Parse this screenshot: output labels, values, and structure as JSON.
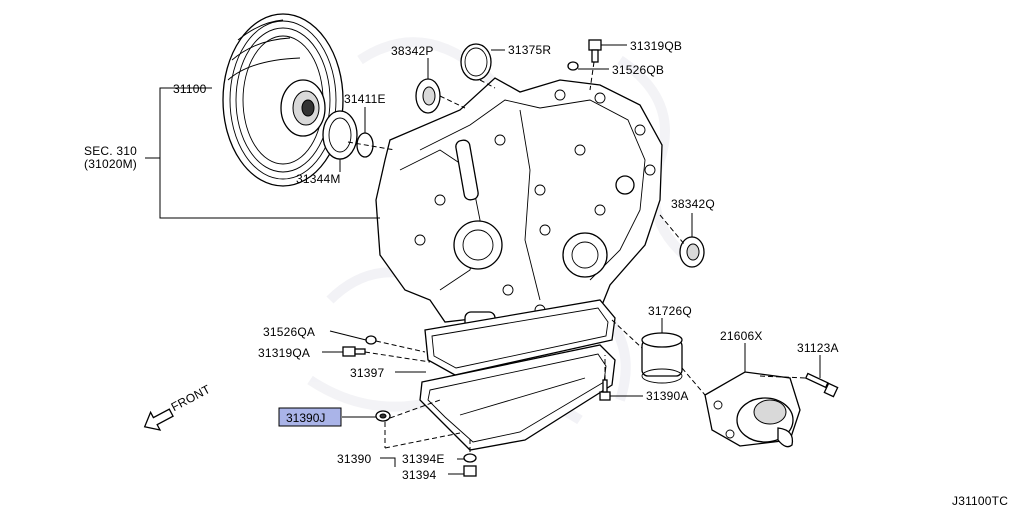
{
  "diagram": {
    "ref_code": "J31100TC",
    "direction_label": "FRONT",
    "highlight_color": "#aab4e8",
    "labels": {
      "torque_converter": "31100",
      "section_ref": "SEC. 310",
      "section_ref_sub": "(31020M)",
      "seal_31344M": "31344M",
      "oring_31411E": "31411E",
      "seal_38342P": "38342P",
      "oring_31375R": "31375R",
      "plug_31319QB": "31319QB",
      "washer_31526QB": "31526QB",
      "seal_38342Q": "38342Q",
      "washer_31526QA": "31526QA",
      "plug_31319QA": "31319QA",
      "gasket_31397": "31397",
      "magnet_31390J": "31390J",
      "oil_pan_31390": "31390",
      "washer_31394E": "31394E",
      "bolt_31394": "31394",
      "filter_31726Q": "31726Q",
      "bolt_31390A": "31390A",
      "cooler_21606X": "21606X",
      "bolt_31123A": "31123A"
    }
  }
}
